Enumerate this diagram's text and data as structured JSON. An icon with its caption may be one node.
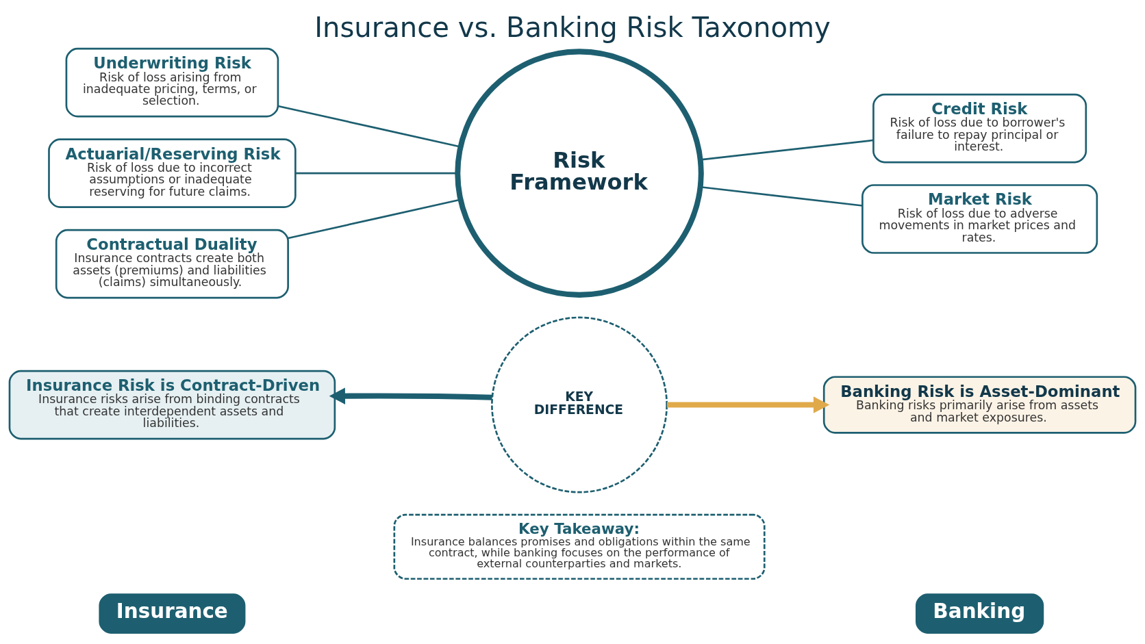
{
  "diagram": {
    "title": "Insurance vs. Banking Risk Taxonomy",
    "nodes": [
      {
        "text": [
          "Insurance"
        ]
      },
      {
        "text": [
          "Underwriting Risk",
          "Risk of loss arising from inadequate pricing, terms, or selection."
        ]
      },
      {
        "text": [
          "Actuarial/Reserving Risk",
          "Risk of loss due to incorrect assumptions or inadequate reserving for future claims."
        ]
      },
      {
        "text": [
          "Contractual Duality",
          "Insurance contracts create both assets (premiums) and liabilities (claims) simultaneously."
        ]
      },
      {
        "text": [
          "Risk Framework"
        ]
      },
      {
        "text": [
          "Banking"
        ]
      },
      {
        "text": [
          "Credit Risk",
          "Risk of loss due to borrower's failure to repay principal or interest."
        ]
      },
      {
        "text": [
          "Market Risk",
          "Risk of loss due to adverse movements in market prices and rates."
        ]
      },
      {
        "text": [
          "Insurance Risk is Contract-Driven",
          "Insurance risks arise from binding contracts that create interdependent assets and liabilities."
        ]
      },
      {
        "text": [
          "KEY DIFFERENCE"
        ]
      },
      {
        "text": [
          "Banking Risk is Asset-Dominant",
          "Banking risks primarily arise from assets and market exposures."
        ]
      },
      {
        "text": [
          "Key Takeaway:",
          "Insurance balances promises and obligations within the same contract, while banking focuses on the performance of external counterparties and markets."
        ]
      }
    ],
    "edges": [
      {
        "from": 1,
        "to": 4,
        "arrow": "none"
      },
      {
        "from": 2,
        "to": 4,
        "arrow": "none"
      },
      {
        "from": 3,
        "to": 4,
        "arrow": "none"
      },
      {
        "from": 4,
        "to": 6,
        "arrow": "none"
      },
      {
        "from": 4,
        "to": 7,
        "arrow": "none"
      },
      {
        "from": 9,
        "to": 8,
        "arrow": "to",
        "style": "thick"
      },
      {
        "from": 9,
        "to": 10,
        "arrow": "to",
        "style": "thick",
        "color": "#e0a94a"
      }
    ]
  }
}
